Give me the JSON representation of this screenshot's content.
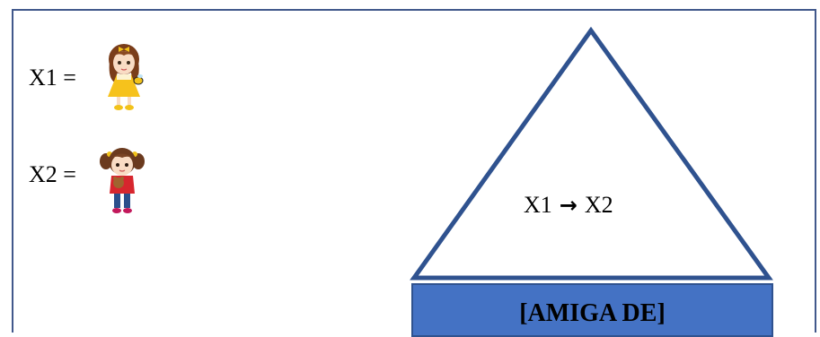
{
  "variables": [
    {
      "label": "X1 =",
      "icon": "girl-yellow-dress-icon"
    },
    {
      "label": "X2 =",
      "icon": "girl-red-sweater-icon"
    }
  ],
  "triangle": {
    "expression_left": "X1",
    "arrow": "→",
    "expression_right": "X2"
  },
  "relation": {
    "label": "[AMIGA DE]"
  },
  "colors": {
    "frame": "#41588b",
    "triangle_stroke": "#2f528f",
    "relation_fill": "#4472c4"
  }
}
